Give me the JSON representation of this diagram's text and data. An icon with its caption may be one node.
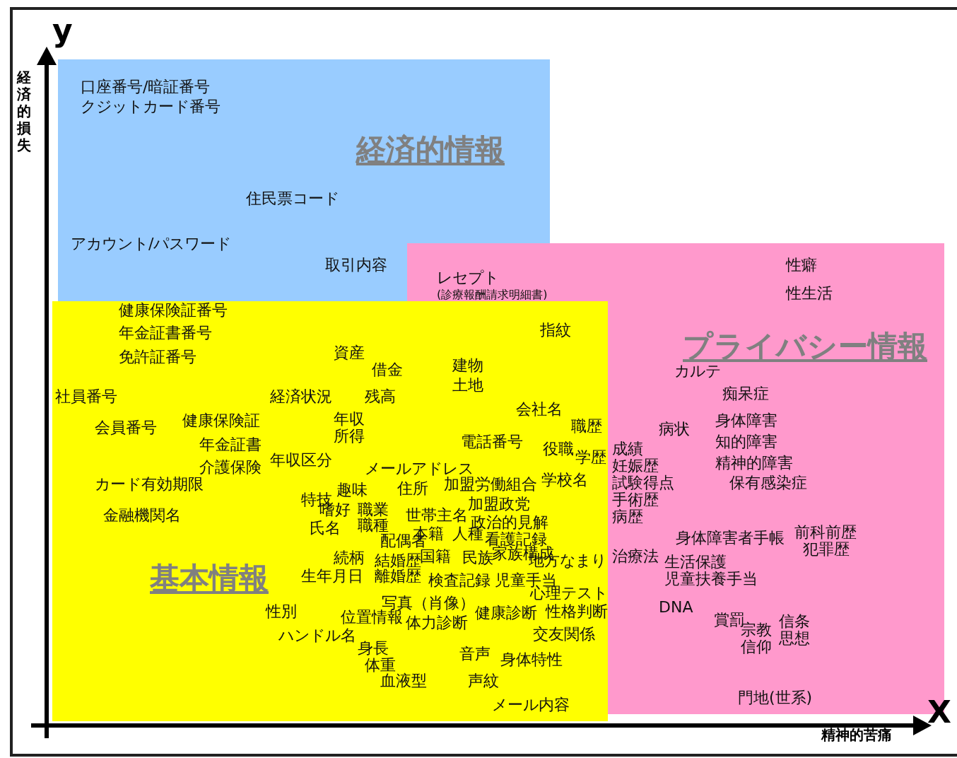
{
  "diagram": {
    "nodes": [
      {
        "text": [
          "経済的情報",
          "口座番号/暗証番号",
          "クジットカード番号",
          "住民票コード",
          "アカウント/パスワード",
          "取引内容"
        ]
      },
      {
        "text": [
          "プライバシー情報",
          "レセプト",
          "(診療報酬請求明細書)",
          "性癖",
          "性生活",
          "カルテ",
          "痴呆症",
          "病状",
          "身体障害",
          "知的障害",
          "精神的障害",
          "保有感染症",
          "成績",
          "妊娠歴",
          "試験得点",
          "手術歴",
          "病歴",
          "治療法",
          "身体障害者手帳",
          "前科前歴",
          "犯罪歴",
          "生活保護",
          "児童扶養手当",
          "DNA",
          "賞罰",
          "宗教",
          "信条",
          "信仰",
          "思想",
          "門地(世系)"
        ]
      },
      {
        "text": [
          "基本情報",
          "健康保険証番号",
          "年金証書番号",
          "免許証番号",
          "資産",
          "借金",
          "建物",
          "土地",
          "指紋",
          "社員番号",
          "経済状況",
          "残高",
          "会社名",
          "会員番号",
          "健康保険証",
          "年収",
          "所得",
          "職歴",
          "電話番号",
          "役職",
          "学歴",
          "年金証書",
          "年収区分",
          "介護保険",
          "メールアドレス",
          "カード有効期限",
          "住所",
          "加盟労働組合",
          "学校名",
          "特技",
          "趣味",
          "嗜好",
          "職業",
          "世帯主名",
          "加盟政党",
          "金融機関名",
          "氏名",
          "職種",
          "政治的見解",
          "配偶者",
          "本籍",
          "人種",
          "看護記録",
          "家族構成",
          "続柄",
          "結婚歴",
          "国籍",
          "民族",
          "地方なまり",
          "生年月日",
          "離婚歴",
          "検査記録",
          "児童手当",
          "心理テスト",
          "性格判断",
          "性別",
          "写真（肖像）",
          "位置情報",
          "健康診断",
          "体力診断",
          "ハンドル名",
          "交友関係",
          "身長",
          "音声",
          "身体特性",
          "体重",
          "血液型",
          "声紋",
          "メール内容"
        ]
      }
    ],
    "labels": [
      "y",
      "経済的損失",
      "X",
      "精神的苦痛"
    ]
  }
}
